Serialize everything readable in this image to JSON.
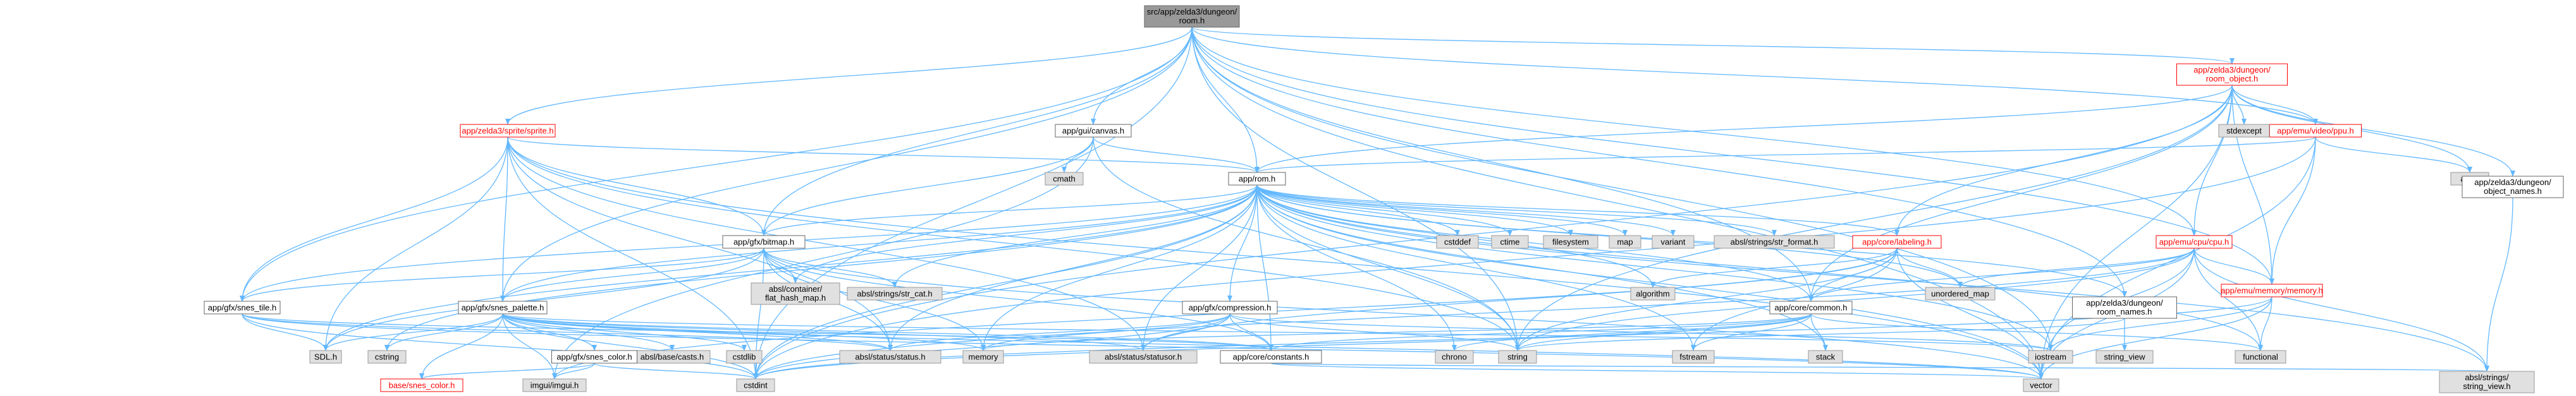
{
  "root": "src/app/zelda3/dungeon/room.h",
  "nodes": {
    "room_object": "app/zelda3/dungeon/room_object.h",
    "sprite": "app/zelda3/sprite/sprite.h",
    "canvas": "app/gui/canvas.h",
    "rom": "app/rom.h",
    "ppu": "app/emu/video/ppu.h",
    "stdexcept": "stdexcept",
    "array": "array",
    "object_names": "app/zelda3/dungeon/object_names.h",
    "cmath": "cmath",
    "bitmap": "app/gfx/bitmap.h",
    "cstddef": "cstddef",
    "ctime": "ctime",
    "filesystem": "filesystem",
    "map": "map",
    "variant": "variant",
    "str_format": "absl/strings/str_format.h",
    "labeling": "app/core/labeling.h",
    "cpu": "app/emu/cpu/cpu.h",
    "memory_h": "app/emu/memory/memory.h",
    "flat_hash_map": "absl/container/flat_hash_map.h",
    "str_cat": "absl/strings/str_cat.h",
    "algorithm": "algorithm",
    "unordered_map": "unordered_map",
    "common": "app/core/common.h",
    "room_names": "app/zelda3/dungeon/room_names.h",
    "compression": "app/gfx/compression.h",
    "snes_tile": "app/gfx/snes_tile.h",
    "snes_palette": "app/gfx/snes_palette.h",
    "sdl": "SDL.h",
    "cstring": "cstring",
    "status_h": "absl/status/status.h",
    "memory": "memory",
    "statusor": "absl/status/statusor.h",
    "constants": "app/core/constants.h",
    "chrono": "chrono",
    "string": "string",
    "fstream": "fstream",
    "stack": "stack",
    "iostream": "iostream",
    "functional": "functional",
    "string_view_std": "string_view",
    "casts": "absl/base/casts.h",
    "cstdlib": "cstdlib",
    "snes_color": "app/gfx/snes_color.h",
    "base_snes_color": "base/snes_color.h",
    "imgui": "imgui/imgui.h",
    "cstdint": "cstdint",
    "vector": "vector",
    "absl_string_view": "absl/strings/string_view.h"
  }
}
